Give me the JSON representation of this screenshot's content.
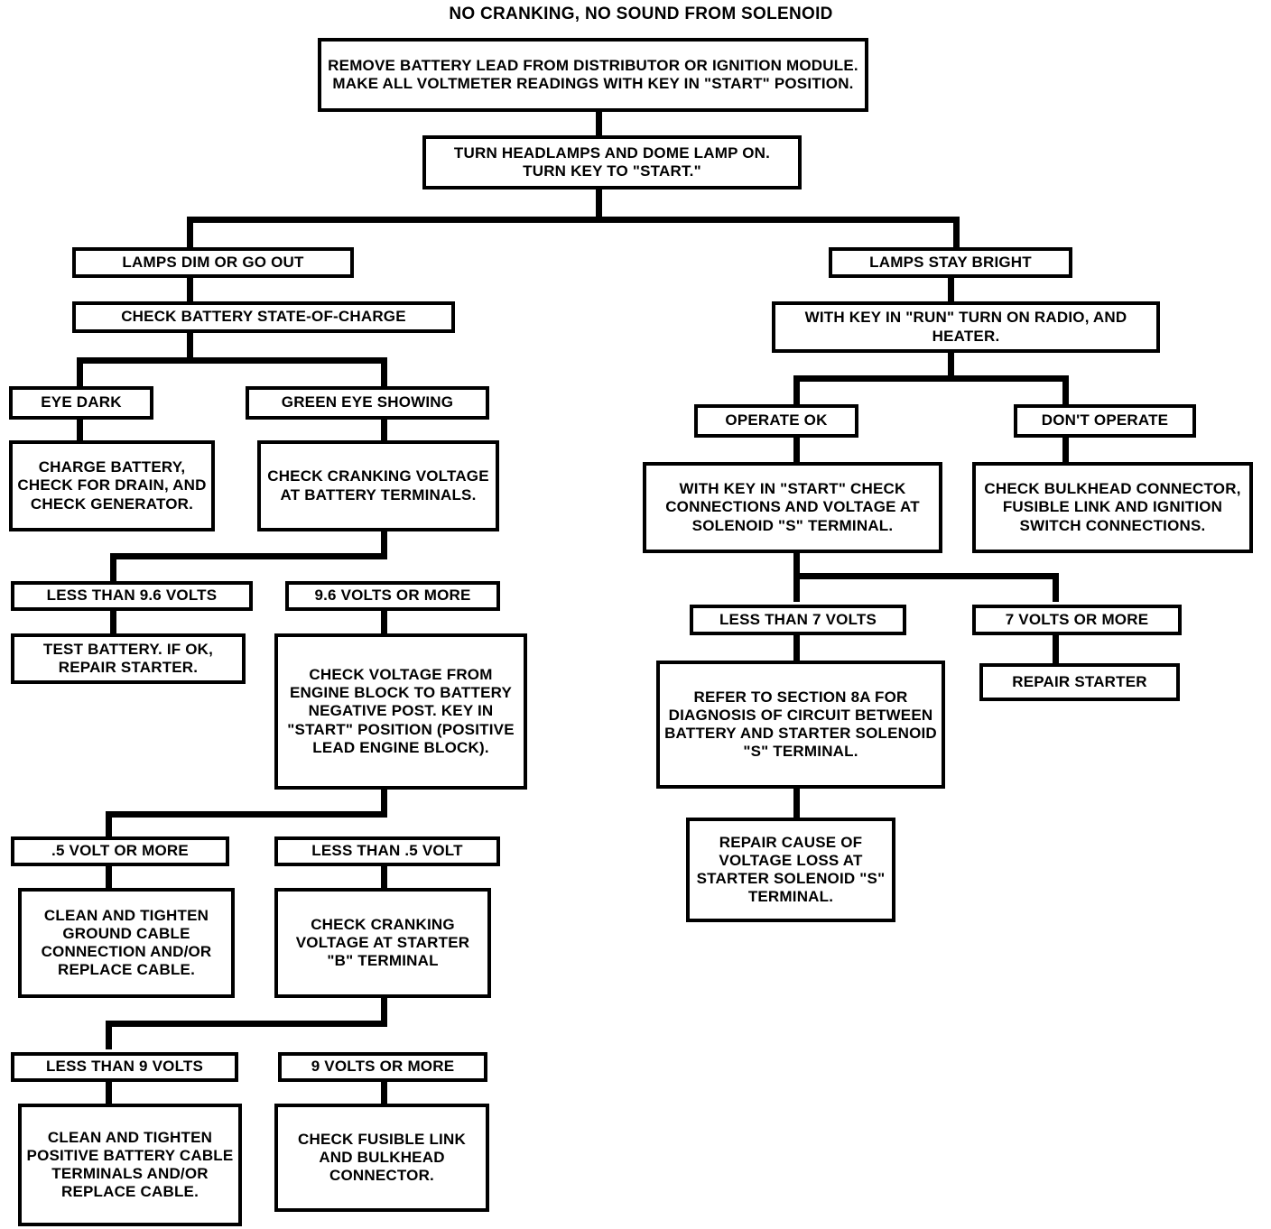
{
  "diagram": {
    "title": "NO CRANKING, NO SOUND FROM SOLENOID",
    "type": "troubleshooting-flowchart",
    "colors": {
      "ink": "#000000",
      "paper": "#ffffff"
    },
    "nodes": {
      "n01": "REMOVE BATTERY LEAD FROM DISTRIBUTOR OR IGNITION MODULE. MAKE ALL VOLTMETER READINGS WITH KEY IN \"START\" POSITION.",
      "n02": "TURN HEADLAMPS AND DOME LAMP ON. TURN KEY TO \"START.\"",
      "n03": "LAMPS DIM OR GO OUT",
      "n04": "CHECK BATTERY STATE-OF-CHARGE",
      "n05": "EYE DARK",
      "n06": "GREEN EYE SHOWING",
      "n07": "CHARGE BATTERY, CHECK FOR DRAIN, AND CHECK GENERATOR.",
      "n08": "CHECK CRANKING VOLTAGE AT BATTERY TERMINALS.",
      "n09": "LESS THAN 9.6 VOLTS",
      "n10": "9.6 VOLTS OR MORE",
      "n11": "TEST BATTERY. IF OK, REPAIR STARTER.",
      "n12": "CHECK VOLTAGE FROM ENGINE BLOCK TO BATTERY NEGATIVE POST. KEY IN \"START\" POSITION (POSITIVE LEAD ENGINE BLOCK).",
      "n13": ".5 VOLT OR MORE",
      "n14": "LESS THAN .5 VOLT",
      "n15": "CLEAN AND TIGHTEN GROUND CABLE CONNECTION AND/OR REPLACE CABLE.",
      "n16": "CHECK CRANKING VOLTAGE AT STARTER \"B\" TERMINAL",
      "n17": "LESS THAN 9 VOLTS",
      "n18": "9 VOLTS OR MORE",
      "n19": "CLEAN AND TIGHTEN POSITIVE BATTERY CABLE TERMINALS AND/OR REPLACE CABLE.",
      "n20": "CHECK FUSIBLE LINK AND BULKHEAD CONNECTOR.",
      "n21": "LAMPS STAY BRIGHT",
      "n22": "WITH KEY IN \"RUN\" TURN ON RADIO, AND HEATER.",
      "n23": "OPERATE OK",
      "n24": "DON'T OPERATE",
      "n25": "WITH KEY IN \"START\" CHECK CONNECTIONS AND VOLTAGE AT SOLENOID \"S\" TERMINAL.",
      "n26": "CHECK BULKHEAD CONNECTOR, FUSIBLE LINK AND IGNITION SWITCH CONNECTIONS.",
      "n27": "LESS THAN 7 VOLTS",
      "n28": "7 VOLTS OR MORE",
      "n29": "REFER TO SECTION 8A FOR DIAGNOSIS OF CIRCUIT BETWEEN BATTERY AND STARTER SOLENOID \"S\" TERMINAL.",
      "n30": "REPAIR STARTER",
      "n31": "REPAIR CAUSE OF VOLTAGE LOSS AT STARTER SOLENOID \"S\" TERMINAL."
    }
  }
}
